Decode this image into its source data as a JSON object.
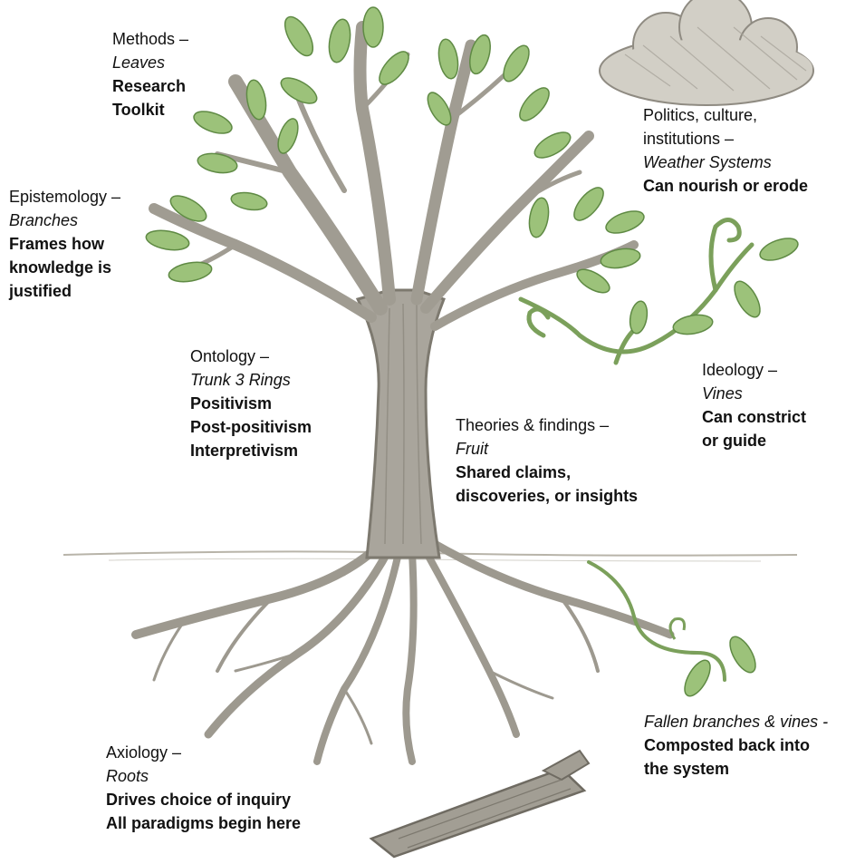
{
  "labels": {
    "methods": {
      "term": "Methods –",
      "metaphor": "Leaves",
      "desc": [
        "Research",
        "Toolkit"
      ]
    },
    "epistemology": {
      "term": "Epistemology –",
      "metaphor": "Branches",
      "desc": [
        "Frames how",
        "knowledge is",
        "justified"
      ]
    },
    "ontology": {
      "term": "Ontology –",
      "metaphor": "Trunk 3 Rings",
      "desc": [
        "Positivism",
        "Post-positivism",
        "Interpretivism"
      ]
    },
    "politics": {
      "term_lines": [
        "Politics, culture,",
        "institutions –"
      ],
      "metaphor": "Weather Systems",
      "desc": [
        "Can nourish or erode"
      ]
    },
    "ideology": {
      "term": "Ideology –",
      "metaphor": "Vines",
      "desc": [
        "Can constrict",
        "or guide"
      ]
    },
    "theories": {
      "term": "Theories & findings –",
      "metaphor": "Fruit",
      "desc": [
        "Shared claims,",
        "discoveries, or insights"
      ]
    },
    "axiology": {
      "term": "Axiology –",
      "metaphor": "Roots",
      "desc": [
        "Drives choice of inquiry",
        "All paradigms begin here"
      ]
    },
    "fallen": {
      "metaphor": "Fallen branches & vines -",
      "desc": [
        "Composted back into",
        "the system"
      ]
    }
  },
  "colors": {
    "trunk": "#a5a198",
    "trunk_dark": "#7d796f",
    "leaf": "#9cc27a",
    "leaf_dark": "#5f8a44",
    "vine": "#7ba05b",
    "cloud": "#c9c6bd",
    "ground": "#c7c3b8"
  }
}
